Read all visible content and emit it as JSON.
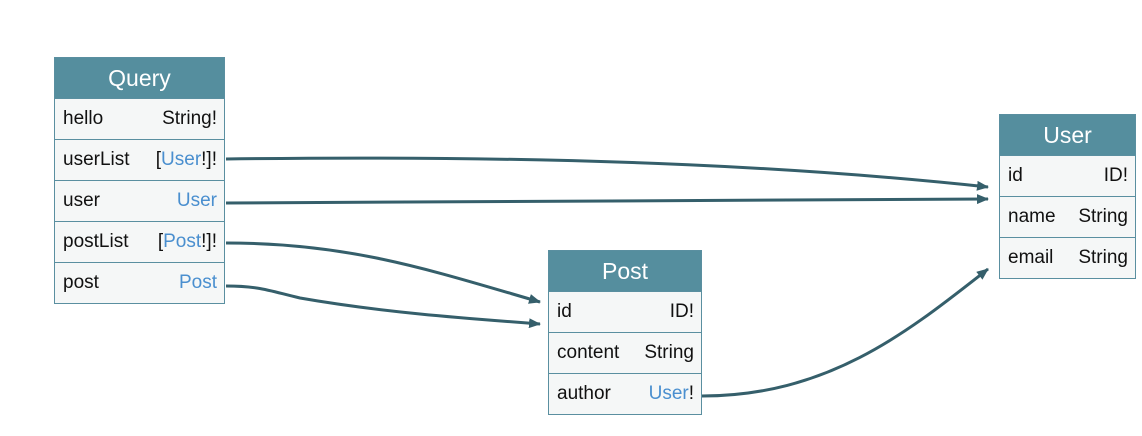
{
  "diagram": {
    "colors": {
      "header_bg": "#558e9e",
      "border": "#5a8fa0",
      "row_bg": "#f5f7f7",
      "link_type": "#4a8fcf",
      "edge": "#355f6b"
    },
    "nodes": {
      "query": {
        "title": "Query",
        "fields": [
          {
            "name": "hello",
            "type_pre": "",
            "type_link": "",
            "type_post": "String!"
          },
          {
            "name": "userList",
            "type_pre": "[",
            "type_link": "User",
            "type_post": "!]!"
          },
          {
            "name": "user",
            "type_pre": "",
            "type_link": "User",
            "type_post": ""
          },
          {
            "name": "postList",
            "type_pre": "[",
            "type_link": "Post",
            "type_post": "!]!"
          },
          {
            "name": "post",
            "type_pre": "",
            "type_link": "Post",
            "type_post": ""
          }
        ]
      },
      "user": {
        "title": "User",
        "fields": [
          {
            "name": "id",
            "type_pre": "",
            "type_link": "",
            "type_post": "ID!"
          },
          {
            "name": "name",
            "type_pre": "",
            "type_link": "",
            "type_post": "String"
          },
          {
            "name": "email",
            "type_pre": "",
            "type_link": "",
            "type_post": "String"
          }
        ]
      },
      "post": {
        "title": "Post",
        "fields": [
          {
            "name": "id",
            "type_pre": "",
            "type_link": "",
            "type_post": "ID!"
          },
          {
            "name": "content",
            "type_pre": "",
            "type_link": "",
            "type_post": "String"
          },
          {
            "name": "author",
            "type_pre": "",
            "type_link": "User",
            "type_post": "!"
          }
        ]
      }
    },
    "edges": [
      {
        "from": "Query.userList",
        "to": "User"
      },
      {
        "from": "Query.user",
        "to": "User"
      },
      {
        "from": "Query.postList",
        "to": "Post"
      },
      {
        "from": "Query.post",
        "to": "Post"
      },
      {
        "from": "Post.author",
        "to": "User"
      }
    ]
  }
}
